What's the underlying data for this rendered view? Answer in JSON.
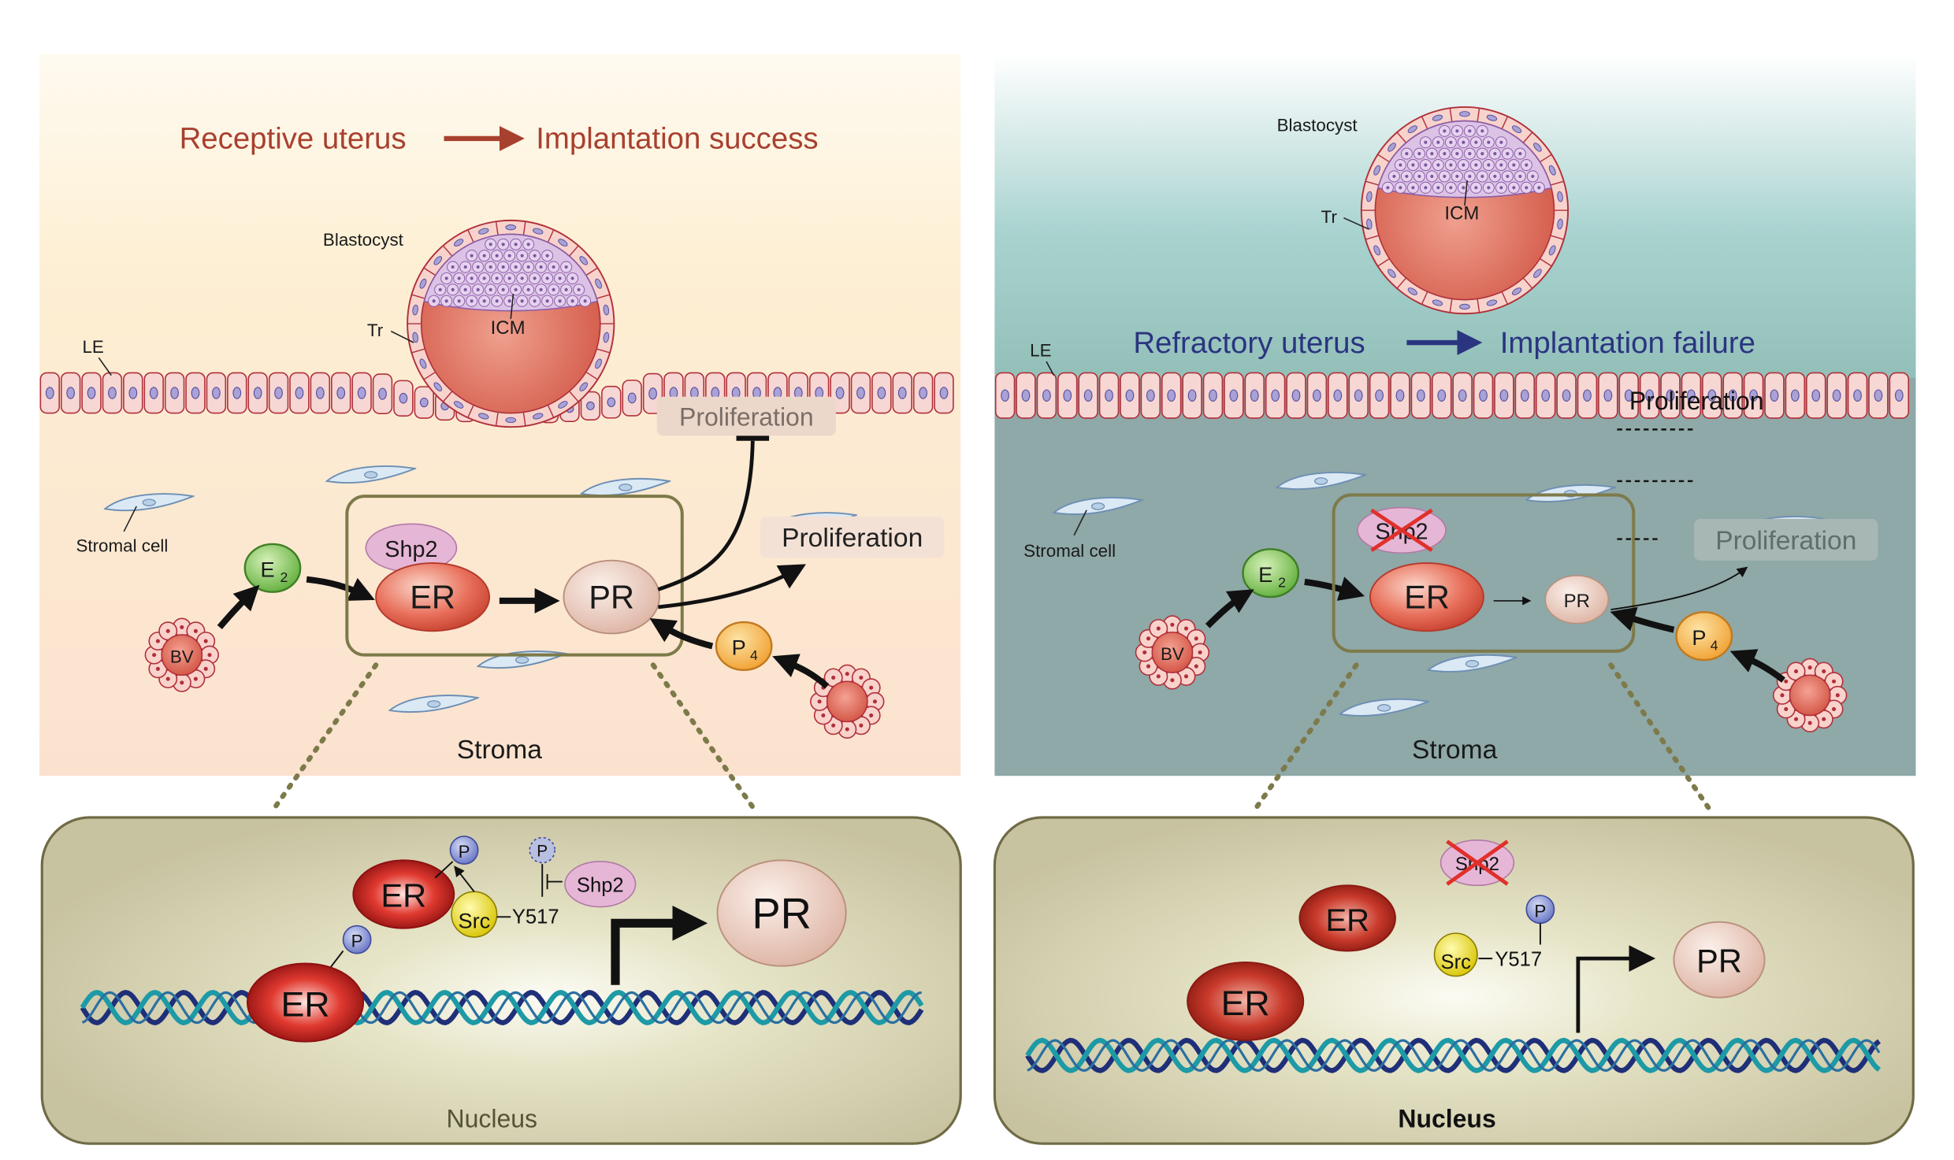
{
  "left_panel": {
    "title_left": "Receptive uterus",
    "title_right": "Implantation success",
    "title_color": "#a8402f",
    "blastocyst_label": "Blastocyst",
    "tr_label": "Tr",
    "icm_label": "ICM",
    "le_label": "LE",
    "stromal_cell_label": "Stromal cell",
    "e2_label": "E",
    "e2_sub": "2",
    "bv_label": "BV",
    "shp2_label": "Shp2",
    "er_label": "ER",
    "pr_label": "PR",
    "p4_label": "P",
    "p4_sub": "4",
    "proliferation_top": "Proliferation",
    "proliferation_right": "Proliferation",
    "stroma_label": "Stroma",
    "nucleus": {
      "phospho_label_1": "P",
      "phospho_label_2": "P",
      "phospho_label_3": "P",
      "er_upper": "ER",
      "er_lower": "ER",
      "src_label": "Src",
      "y517_label": "Y517",
      "shp2_label": "Shp2",
      "pr_label": "PR",
      "nucleus_label": "Nucleus"
    }
  },
  "right_panel": {
    "title_left": "Refractory uterus",
    "title_right": "Implantation failure",
    "title_color": "#2a3580",
    "blastocyst_label": "Blastocyst",
    "tr_label": "Tr",
    "icm_label": "ICM",
    "le_label": "LE",
    "stromal_cell_label": "Stromal cell",
    "e2_label": "E",
    "e2_sub": "2",
    "bv_label": "BV",
    "shp2_label": "Shp2",
    "er_label": "ER",
    "pr_label": "PR",
    "p4_label": "P",
    "p4_sub": "4",
    "proliferation_top": "Proliferation",
    "proliferation_right": "Proliferation",
    "stroma_label": "Stroma",
    "nucleus": {
      "shp2_label": "Shp2",
      "er_upper": "ER",
      "er_lower": "ER",
      "src_label": "Src",
      "y517_label": "Y517",
      "phospho_label": "P",
      "pr_label": "PR",
      "nucleus_label": "Nucleus"
    }
  }
}
